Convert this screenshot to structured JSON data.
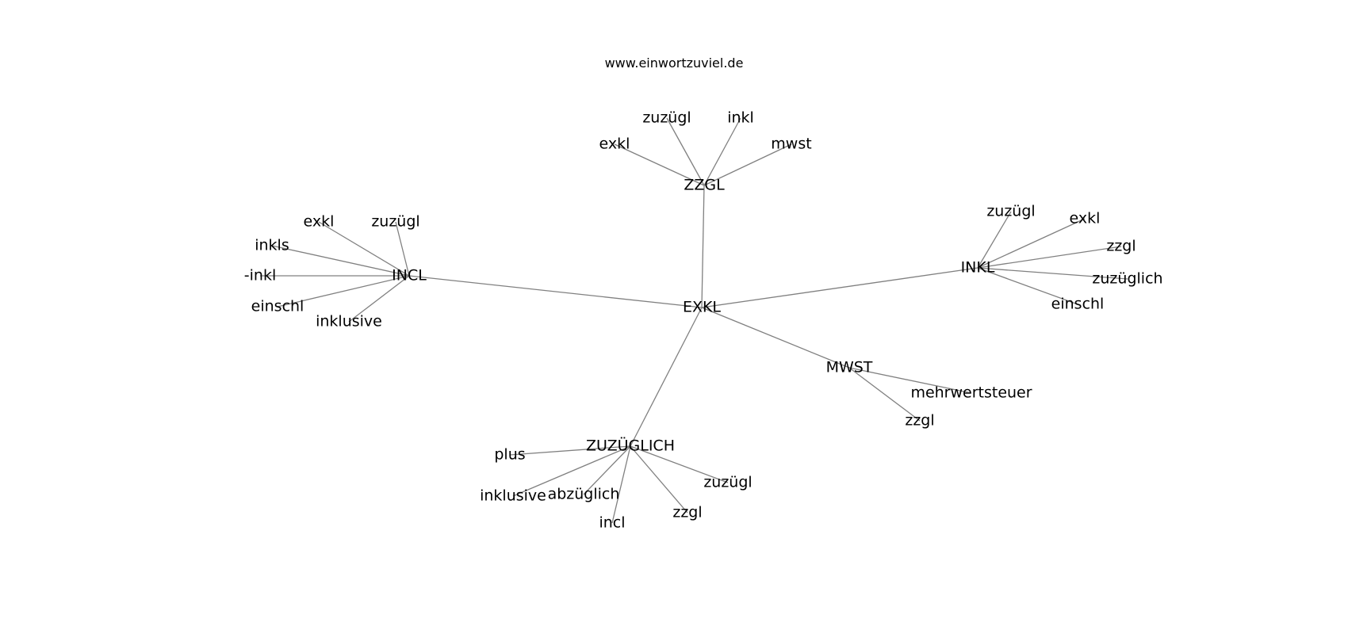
{
  "title": "www.einwortzuviel.de",
  "edge_color": "#808080",
  "text_color": "#000000",
  "graph": {
    "center": "EXKL",
    "clusters": [
      {
        "hub": "ZZGL",
        "leaves": [
          "exkl",
          "zuzügl",
          "inkl",
          "mwst"
        ]
      },
      {
        "hub": "INCL",
        "leaves": [
          "exkl",
          "zuzügl",
          "inkls",
          "-inkl",
          "einschl",
          "inklusive"
        ]
      },
      {
        "hub": "INKL",
        "leaves": [
          "zuzügl",
          "exkl",
          "zzgl",
          "zuzüglich",
          "einschl"
        ]
      },
      {
        "hub": "MWST",
        "leaves": [
          "mehrwertsteuer",
          "zzgl"
        ]
      },
      {
        "hub": "ZUZÜGLICH",
        "leaves": [
          "plus",
          "inklusive",
          "abzüglich",
          "incl",
          "zzgl",
          "zuzügl"
        ]
      }
    ]
  }
}
